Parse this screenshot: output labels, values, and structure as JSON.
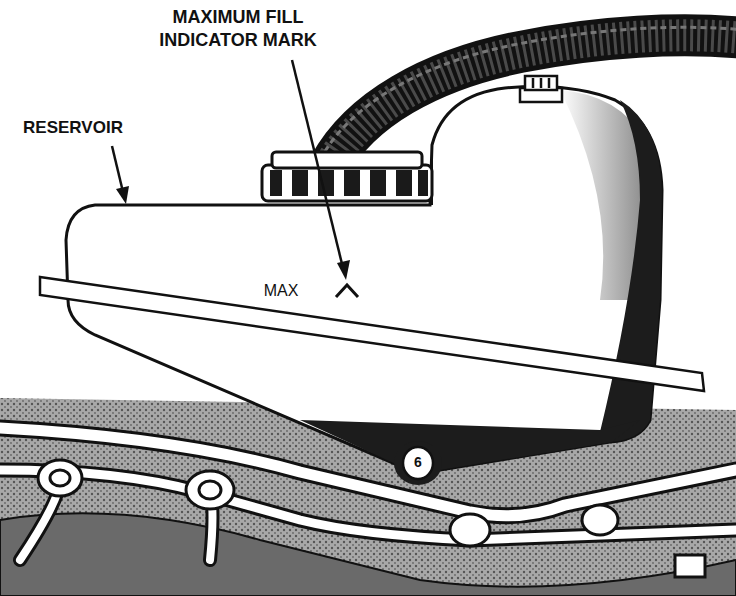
{
  "diagram": {
    "labels": [
      "MAXIMUM FILL INDICATOR MARK",
      "RESERVOIR",
      "MAX",
      "6"
    ]
  }
}
